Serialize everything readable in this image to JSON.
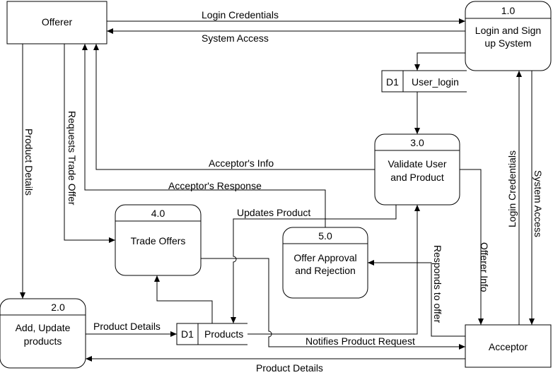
{
  "entities": {
    "offerer": "Offerer",
    "acceptor": "Acceptor"
  },
  "processes": {
    "p1": {
      "id": "1.0",
      "line1": "Login and Sign",
      "line2": "up System"
    },
    "p2": {
      "id": "2.0",
      "line1": "Add, Update",
      "line2": "products"
    },
    "p3": {
      "id": "3.0",
      "line1": "Validate User",
      "line2": "and Product"
    },
    "p4": {
      "id": "4.0",
      "line1": "Trade Offers"
    },
    "p5": {
      "id": "5.0",
      "line1": "Offer Approval",
      "line2": "and Rejection"
    }
  },
  "stores": {
    "user_login": {
      "id": "D1",
      "name": "User_login"
    },
    "products": {
      "id": "D1",
      "name": "Products"
    }
  },
  "flows": {
    "login_credentials_top": "Login Credentials",
    "system_access_top": "System Access",
    "product_details_left": "Product Details",
    "requests_trade_offer": "Requests Trade Offer",
    "acceptors_info": "Acceptor's Info",
    "acceptors_response": "Acceptor's Response",
    "updates_product": "Updates Product",
    "product_details_mid": "Product Details",
    "notifies_product_request": "Notifies Product Request",
    "product_details_bottom": "Product Details",
    "responds_to_offer": "Responds to offer",
    "offerer_info": "Offerer Info",
    "login_credentials_right": "Login Credentials",
    "system_access_right": "System Access"
  }
}
